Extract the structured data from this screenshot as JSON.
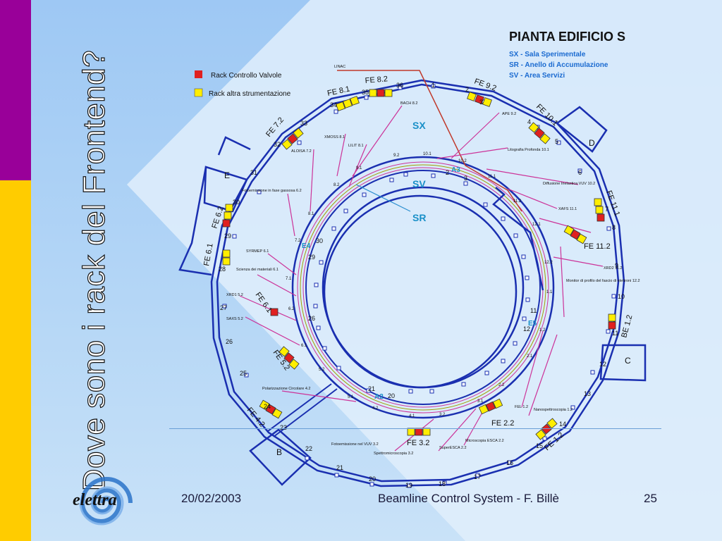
{
  "title": "Dove sono i rack del Frontend?",
  "footer": {
    "date": "20/02/2003",
    "center": "Beamline Control System - F. Billè",
    "page": "25"
  },
  "logo": {
    "text": "elettra",
    "icon": "elettra-spiral-logo"
  },
  "colors": {
    "ring": "#1a2fb0",
    "rack_red": "#e02020",
    "rack_yellow": "#ffee00",
    "beam_line": "#cc3399",
    "title_bar_purple": "#990099",
    "title_bar_yellow": "#ffcc00"
  },
  "map": {
    "heading": "PIANTA EDIFICIO S",
    "legend_top": [
      "SX - Sala Sperimentale",
      "SR - Anello di Accumulazione",
      "SV - Area Servizi"
    ],
    "legend_racks": {
      "red": "Rack Controllo Valvole",
      "yellow": "Rack altra strumentazione"
    },
    "areas": {
      "sx": "SX",
      "sv": "SV",
      "sr": "SR",
      "a3": "A3",
      "a2": "A2",
      "e4": "E4",
      "e5": "E5"
    },
    "rooms": {
      "b": "B",
      "c": "C",
      "d": "D",
      "e": "E"
    },
    "fe": [
      "FE 8.1",
      "FE 8.2",
      "FE 9.2",
      "FE 10.1",
      "FE 7.2",
      "FE 11.1",
      "FE 6.2",
      "FE 6.1",
      "FE 11.2",
      "FE 6.1",
      "BE 1.2",
      "FE 5.2",
      "FE 4.2",
      "FE 2.2",
      "FE 3.2",
      "FE 1.2"
    ],
    "beamlines": [
      "LINAC",
      "BACH 8.2",
      "APE 9.2",
      "XMOSS 8.1",
      "LILIT 8.1",
      "ALOISA 7.2",
      "Litografia Profonda 10.1",
      "Diffusione Inelastica VUV 10.2",
      "XAFS 11.1",
      "Fotoemissione in fase gassosa 6.2",
      "SYRMEP 6.1",
      "Scienza dei materiali 6.1",
      "XRD1 5.2",
      "SAXS 5.2",
      "Monitor di profilo del fascio di elettroni 12.2",
      "XRD2 11.2",
      "Polarizzazione Circolare 4.2",
      "FEL 1.2",
      "Nanospettroscopia 1.2",
      "Microscopia ESCA 2.2",
      "SuperESCA 2.2",
      "Fotoemissione nel VUV 3.2",
      "Spettromicroscopia 3.2"
    ],
    "ring_numbers": [
      "1",
      "2",
      "3",
      "4",
      "5",
      "6",
      "7",
      "8",
      "9",
      "10",
      "11",
      "12",
      "13",
      "14",
      "15",
      "16",
      "17",
      "18",
      "19",
      "20",
      "21",
      "22",
      "23",
      "24",
      "25",
      "26",
      "27",
      "28",
      "29",
      "30",
      "31",
      "32",
      "33",
      "34",
      "35",
      "36"
    ],
    "inner_numbers": [
      "2",
      "3",
      "11",
      "12",
      "21",
      "20",
      "26",
      "29",
      "30"
    ],
    "sections": [
      "10.1",
      "10.2",
      "9.2",
      "9.1",
      "8.2",
      "8.1",
      "11.1",
      "11.2",
      "12.1",
      "12.2",
      "1.1",
      "1.2",
      "2.1",
      "2.2",
      "3.1",
      "3.2",
      "4.1",
      "4.2",
      "5.1",
      "5.2",
      "6.1",
      "6.2",
      "7.1",
      "7.2"
    ]
  }
}
